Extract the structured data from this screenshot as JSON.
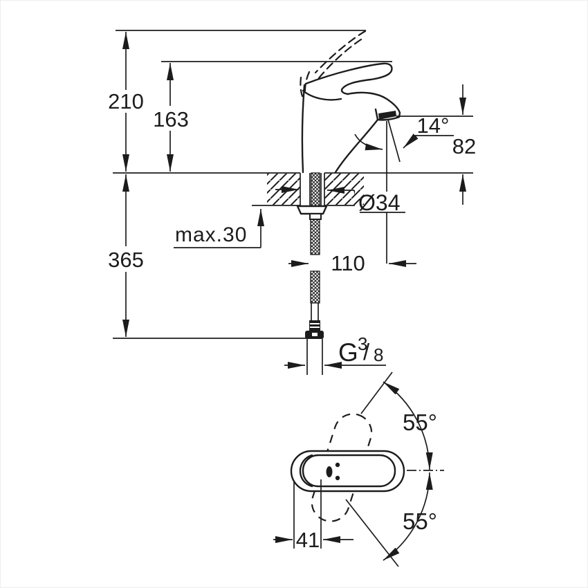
{
  "colors": {
    "line": "#1c1c1c",
    "background": "#ffffff"
  },
  "front_view": {
    "dim_overall_height": "210",
    "dim_handle_height": "163",
    "dim_below_deck": "365",
    "dim_spout_height": "82",
    "dim_spout_angle": "14°",
    "dim_hole_diameter": "Ø34",
    "dim_max_deck_thickness": "max.30",
    "dim_spout_reach": "110",
    "thread": {
      "letter": "G",
      "numerator": "3",
      "slash": "/",
      "denominator": "8"
    }
  },
  "top_view": {
    "dim_swing_upper": "55°",
    "dim_swing_lower": "55°",
    "dim_handle_offset": "41"
  }
}
